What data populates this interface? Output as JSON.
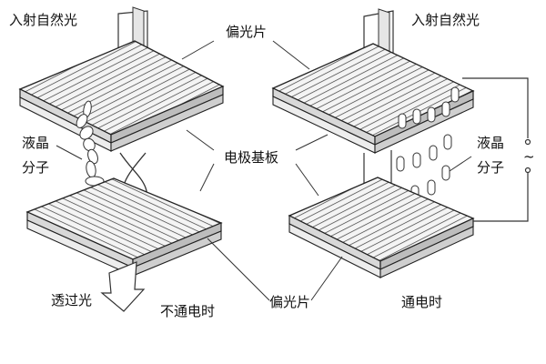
{
  "labels": {
    "incident_light_left": "入射自然光",
    "incident_light_right": "入射自然光",
    "polarizer_top": "偏光片",
    "polarizer_bottom": "偏光片",
    "liquid_crystal_left_line1": "液晶",
    "liquid_crystal_left_line2": "分子",
    "liquid_crystal_right_line1": "液晶",
    "liquid_crystal_right_line2": "分子",
    "electrode_substrate": "电极基板",
    "transmitted_light": "透过光",
    "power_off": "不通电时",
    "power_on": "通电时",
    "ac_symbol": "~"
  }
}
